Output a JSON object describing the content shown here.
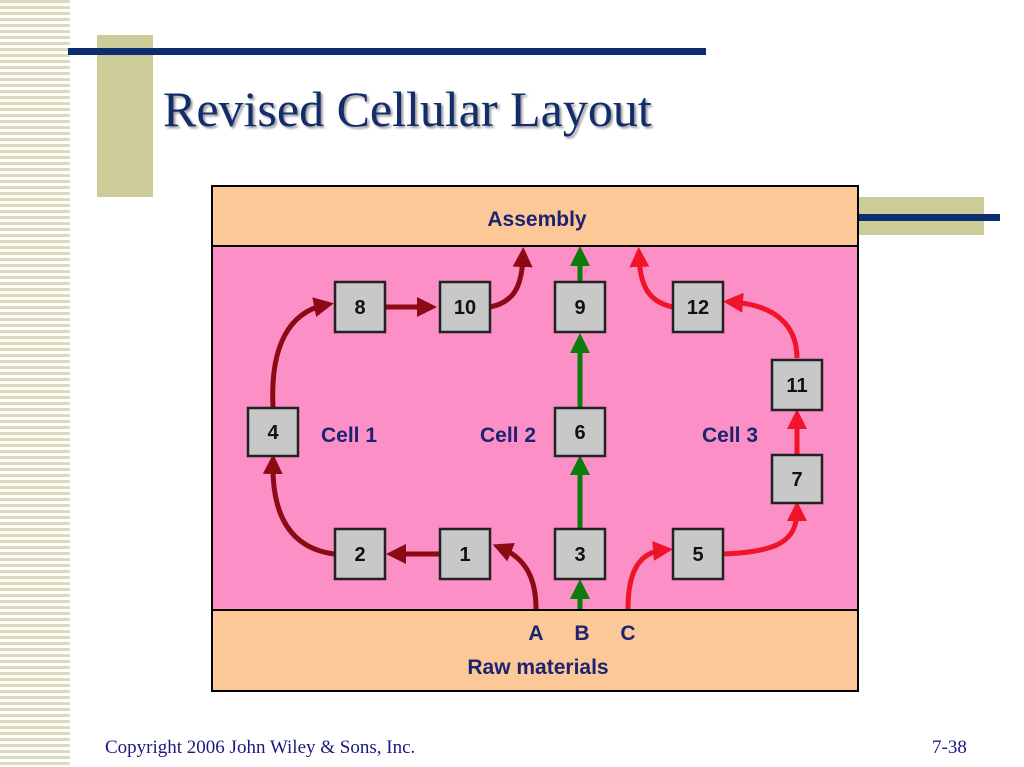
{
  "title": "Revised Cellular Layout",
  "footer": {
    "copyright": "Copyright 2006 John Wiley & Sons, Inc.",
    "slide_number": "7-38"
  },
  "diagram": {
    "top_label": "Assembly",
    "bottom_label": "Raw materials",
    "routings": [
      "A",
      "B",
      "C"
    ],
    "cells": [
      "Cell 1",
      "Cell 2",
      "Cell 3"
    ],
    "machines": [
      "8",
      "10",
      "9",
      "12",
      "11",
      "4",
      "6",
      "7",
      "2",
      "1",
      "3",
      "5"
    ],
    "flow_colors": {
      "A": "#8b0a14",
      "B": "#0b7d0b",
      "C": "#f01428"
    },
    "area_colors": {
      "assembly": "#fcc898",
      "cells": "#fb8fc6",
      "raw": "#fcc898",
      "machine": "#c8c8c8"
    }
  }
}
